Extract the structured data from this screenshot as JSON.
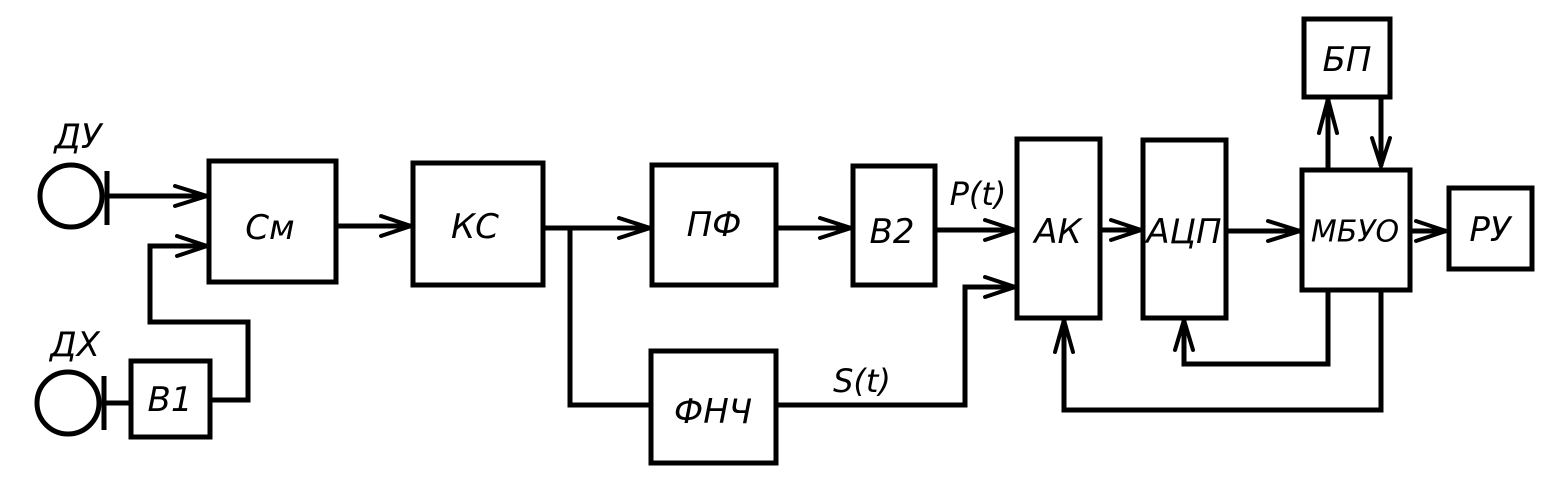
{
  "diagram": {
    "type": "block-diagram",
    "sensors": [
      {
        "id": "du",
        "label": "ДУ"
      },
      {
        "id": "dx",
        "label": "ДХ"
      }
    ],
    "blocks": [
      {
        "id": "b1",
        "label": "В1"
      },
      {
        "id": "sm",
        "label": "См"
      },
      {
        "id": "ks",
        "label": "КС"
      },
      {
        "id": "pf",
        "label": "ПФ"
      },
      {
        "id": "fnch",
        "label": "ФНЧ"
      },
      {
        "id": "v2",
        "label": "В2"
      },
      {
        "id": "ak",
        "label": "АК"
      },
      {
        "id": "acp",
        "label": "АЦП"
      },
      {
        "id": "mbuo",
        "label": "МБУО"
      },
      {
        "id": "bp",
        "label": "БП"
      },
      {
        "id": "ru",
        "label": "РУ"
      }
    ],
    "signals": {
      "p": "P(t)",
      "s": "S(t)"
    },
    "connections": [
      {
        "from": "du",
        "to": "sm"
      },
      {
        "from": "dx",
        "to": "b1"
      },
      {
        "from": "b1",
        "to": "sm"
      },
      {
        "from": "sm",
        "to": "ks"
      },
      {
        "from": "ks",
        "to": "pf"
      },
      {
        "from": "ks",
        "to": "fnch"
      },
      {
        "from": "pf",
        "to": "v2"
      },
      {
        "from": "v2",
        "to": "ak",
        "signal": "P(t)"
      },
      {
        "from": "fnch",
        "to": "ak",
        "signal": "S(t)"
      },
      {
        "from": "ak",
        "to": "acp"
      },
      {
        "from": "acp",
        "to": "mbuo"
      },
      {
        "from": "mbuo",
        "to": "bp"
      },
      {
        "from": "bp",
        "to": "mbuo"
      },
      {
        "from": "mbuo",
        "to": "ru"
      },
      {
        "from": "mbuo",
        "to": "acp"
      },
      {
        "from": "mbuo",
        "to": "ak"
      }
    ]
  }
}
